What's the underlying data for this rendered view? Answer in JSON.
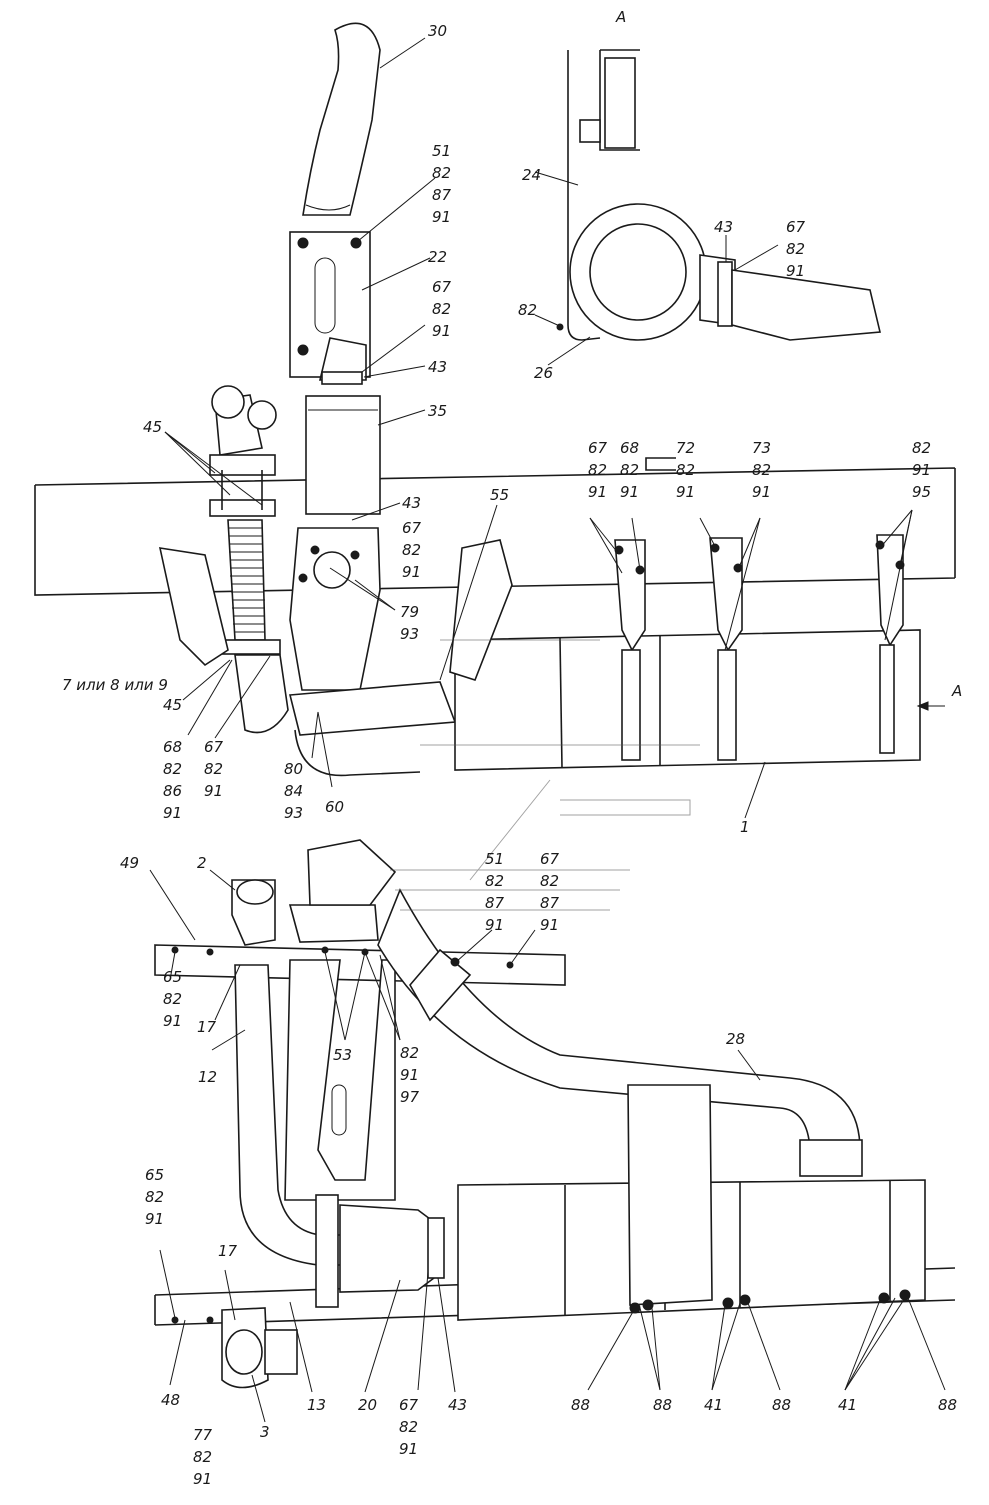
{
  "view_label": "A",
  "arrow_label": "A",
  "callouts": [
    {
      "id": "c30",
      "lines": [
        "30"
      ]
    },
    {
      "id": "c51a",
      "lines": [
        "51",
        "82",
        "87",
        "91"
      ]
    },
    {
      "id": "c22",
      "lines": [
        "22"
      ]
    },
    {
      "id": "c67a",
      "lines": [
        "67",
        "82",
        "91"
      ]
    },
    {
      "id": "c43a",
      "lines": [
        "43"
      ]
    },
    {
      "id": "c35",
      "lines": [
        "35"
      ]
    },
    {
      "id": "c45a",
      "lines": [
        "45"
      ]
    },
    {
      "id": "c43b",
      "lines": [
        "43"
      ]
    },
    {
      "id": "c67b",
      "lines": [
        "67",
        "82",
        "91"
      ]
    },
    {
      "id": "c55",
      "lines": [
        "55"
      ]
    },
    {
      "id": "c79",
      "lines": [
        "79",
        "93"
      ]
    },
    {
      "id": "c7",
      "lines": [
        "7 или 8 или 9"
      ]
    },
    {
      "id": "c45b",
      "lines": [
        "45"
      ]
    },
    {
      "id": "c68a",
      "lines": [
        "68",
        "82",
        "86",
        "91"
      ]
    },
    {
      "id": "c67c",
      "lines": [
        "67",
        "82",
        "91"
      ]
    },
    {
      "id": "c80",
      "lines": [
        "80",
        "84",
        "93"
      ]
    },
    {
      "id": "c60",
      "lines": [
        "60"
      ]
    },
    {
      "id": "c1",
      "lines": [
        "1"
      ]
    },
    {
      "id": "c24",
      "lines": [
        "24"
      ]
    },
    {
      "id": "c43c",
      "lines": [
        "43"
      ]
    },
    {
      "id": "c67d",
      "lines": [
        "67",
        "82",
        "91"
      ]
    },
    {
      "id": "c82a",
      "lines": [
        "82"
      ]
    },
    {
      "id": "c26",
      "lines": [
        "26"
      ]
    },
    {
      "id": "c67e",
      "lines": [
        "67",
        "82",
        "91"
      ]
    },
    {
      "id": "c68b",
      "lines": [
        "68",
        "82",
        "91"
      ]
    },
    {
      "id": "c72",
      "lines": [
        "72",
        "82",
        "91"
      ]
    },
    {
      "id": "c73",
      "lines": [
        "73",
        "82",
        "91"
      ]
    },
    {
      "id": "c82b",
      "lines": [
        "82",
        "91",
        "95"
      ]
    },
    {
      "id": "c49",
      "lines": [
        "49"
      ]
    },
    {
      "id": "c2",
      "lines": [
        "2"
      ]
    },
    {
      "id": "c51b",
      "lines": [
        "51",
        "82",
        "87",
        "91"
      ]
    },
    {
      "id": "c67f",
      "lines": [
        "67",
        "82",
        "87",
        "91"
      ]
    },
    {
      "id": "c65a",
      "lines": [
        "65",
        "82",
        "91"
      ]
    },
    {
      "id": "c17a",
      "lines": [
        "17"
      ]
    },
    {
      "id": "c12",
      "lines": [
        "12"
      ]
    },
    {
      "id": "c53",
      "lines": [
        "53"
      ]
    },
    {
      "id": "c82c",
      "lines": [
        "82",
        "91",
        "97"
      ]
    },
    {
      "id": "c28",
      "lines": [
        "28"
      ]
    },
    {
      "id": "c65b",
      "lines": [
        "65",
        "82",
        "91"
      ]
    },
    {
      "id": "c17b",
      "lines": [
        "17"
      ]
    },
    {
      "id": "c48",
      "lines": [
        "48"
      ]
    },
    {
      "id": "c77",
      "lines": [
        "77",
        "82",
        "91"
      ]
    },
    {
      "id": "c3",
      "lines": [
        "3"
      ]
    },
    {
      "id": "c13",
      "lines": [
        "13"
      ]
    },
    {
      "id": "c20",
      "lines": [
        "20"
      ]
    },
    {
      "id": "c67g",
      "lines": [
        "67",
        "82",
        "91"
      ]
    },
    {
      "id": "c43d",
      "lines": [
        "43"
      ]
    },
    {
      "id": "c88a",
      "lines": [
        "88"
      ]
    },
    {
      "id": "c88b",
      "lines": [
        "88"
      ]
    },
    {
      "id": "c41a",
      "lines": [
        "41"
      ]
    },
    {
      "id": "c88c",
      "lines": [
        "88"
      ]
    },
    {
      "id": "c41b",
      "lines": [
        "41"
      ]
    },
    {
      "id": "c88d",
      "lines": [
        "88"
      ]
    }
  ]
}
